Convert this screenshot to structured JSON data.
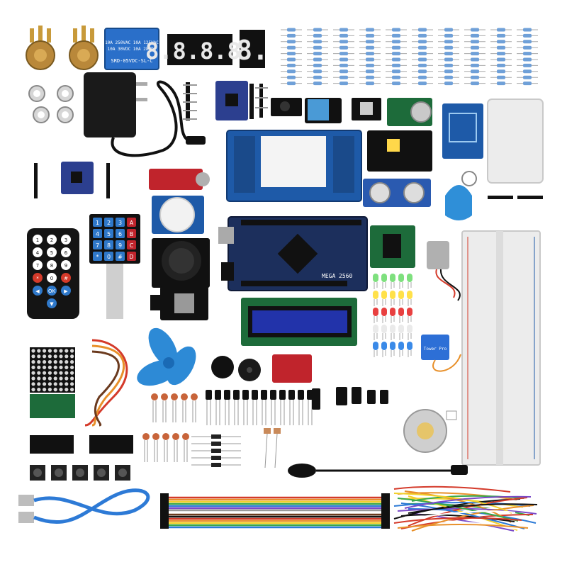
{
  "relay": {
    "line1": "10A 250VAC  10A 125VAC",
    "line2": "10A 30VDC   10A 28VDC",
    "model": "SRD-05VDC-SL-C"
  },
  "display4": {
    "text": "8.8.8.8."
  },
  "display1": {
    "text": "8."
  },
  "mega": {
    "brand": "MEGA",
    "model": "2560"
  },
  "keypad": {
    "keys": [
      "1",
      "2",
      "3",
      "A",
      "4",
      "5",
      "6",
      "B",
      "7",
      "8",
      "9",
      "C",
      "*",
      "0",
      "#",
      "D"
    ]
  },
  "remote": {
    "keys": [
      "1",
      "2",
      "3",
      "4",
      "5",
      "6",
      "7",
      "8",
      "9",
      "*",
      "0",
      "#",
      "◀",
      "OK",
      "▶",
      "▼"
    ]
  },
  "servo": {
    "label": "Tower Pro"
  },
  "colors": {
    "pcb_blue": "#1e5aa8",
    "pcb_dark": "#1c2f5c",
    "pcb_red": "#c0242c",
    "pcb_green": "#1d6b3a",
    "breadboard": "#ececec",
    "fan_blue": "#2d8ad6",
    "lcd_blue": "#2233aa",
    "rfid_tag": "#2f8fd8",
    "wire_red": "#d43a2a",
    "wire_orange": "#e8902a",
    "wire_brown": "#6b3a1e"
  }
}
